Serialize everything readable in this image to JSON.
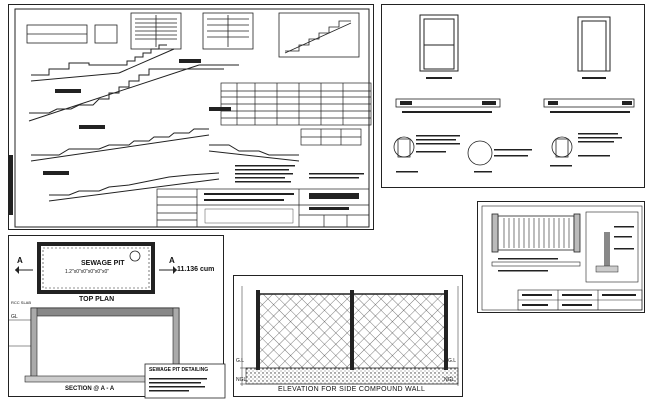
{
  "stair_sheet": {
    "title_block_heading": "",
    "table_heading": ""
  },
  "sewage_pit": {
    "plan_title": "SEWAGE PIT",
    "plan_subtitle": "1.2\"x0\"x0\"x0\"x0\"x0\"",
    "volume": "11.136 cum",
    "section_marker": "A",
    "top_plan_label": "TOP PLAN",
    "gl_label_left": "GL",
    "section_title": "SECTION @ A - A",
    "notes_title": "SEWAGE PIT DETAILING",
    "rcc_slab_label": "RCC SLAB"
  },
  "fence": {
    "gl_left": "G.L",
    "gl_right": "G.L",
    "ngl_left": "NGL",
    "ngl_right": "NGL",
    "caption": "ELEVATION FOR SIDE COMPOUND WALL"
  }
}
